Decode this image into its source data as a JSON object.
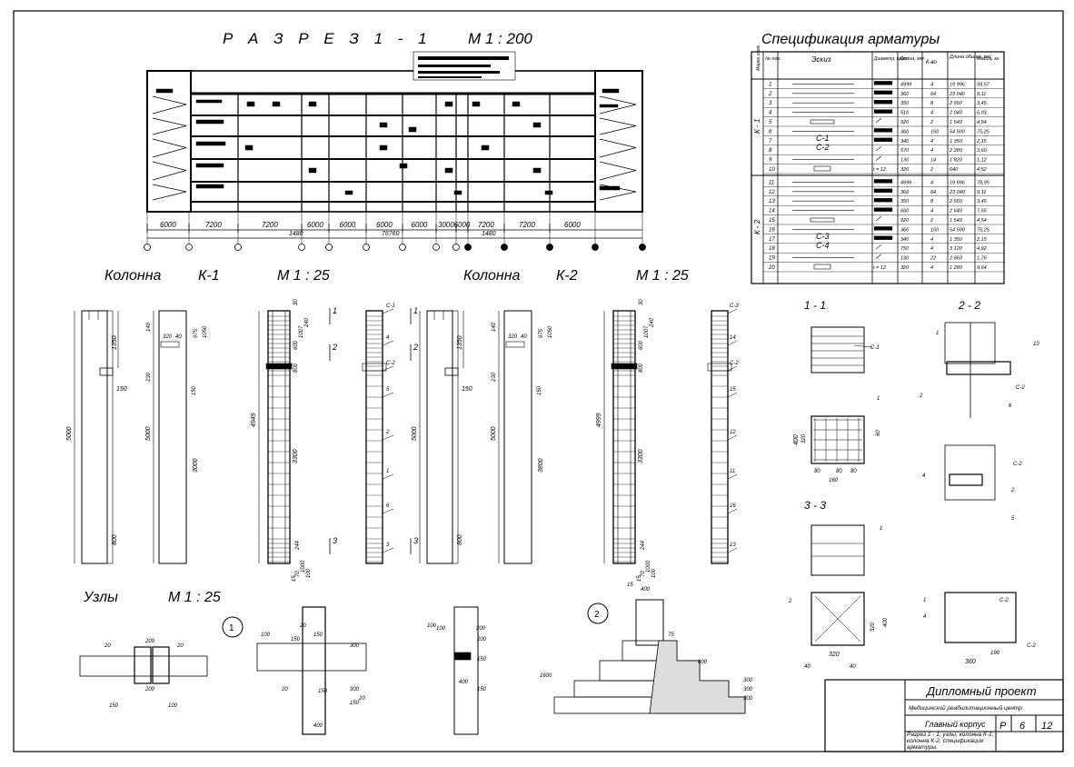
{
  "titles": {
    "section": "Р А З Р Е З     1 - 1",
    "section_scale": "М 1 : 200",
    "spec": "Спецификация арматуры",
    "col_k1": "Колонна",
    "col_k1_mark": "К-1",
    "col_k1_scale": "М 1 : 25",
    "col_k2": "Колонна",
    "col_k2_mark": "К-2",
    "col_k2_scale": "М 1 : 25",
    "nodes": "Узлы",
    "nodes_scale": "М 1 : 25"
  },
  "section": {
    "spans": [
      "6000",
      "7200",
      "7200",
      "6000",
      "6000",
      "6000",
      "6000",
      "3000",
      "6000",
      "7200",
      "7200",
      "6000"
    ],
    "sub_dims": [
      "1480",
      "76760",
      "1480"
    ]
  },
  "spec": {
    "headers": [
      "Марка элем.",
      "№ поз.",
      "Эскиз",
      "Диаметр, класс",
      "Длина, мм",
      "К-во",
      "Длина общая, мм",
      "Масса, кг"
    ],
    "group1": "К - 1",
    "group2": "К - 2",
    "rows": [
      {
        "n": "1",
        "len": "4999",
        "qty": "4",
        "total": "19 996",
        "mass": "59,57"
      },
      {
        "n": "2",
        "len": "360",
        "qty": "64",
        "total": "23 040",
        "mass": "9,11"
      },
      {
        "n": "3",
        "len": "350",
        "qty": "8",
        "total": "2 550",
        "mass": "3,45"
      },
      {
        "n": "4",
        "len": "510",
        "qty": "4",
        "total": "2 040",
        "mass": "5,03"
      },
      {
        "n": "5",
        "len": "920",
        "qty": "2",
        "total": "1 540",
        "mass": "4,54"
      },
      {
        "n": "6",
        "len": "360",
        "qty": "150",
        "total": "54 500",
        "mass": "75,25"
      },
      {
        "n": "7",
        "label": "С-1",
        "len": "340",
        "qty": "4",
        "total": "1 350",
        "mass": "2,15"
      },
      {
        "n": "8",
        "label": "С-2",
        "len": "570",
        "qty": "4",
        "total": "2 280",
        "mass": "3,60"
      },
      {
        "n": "9",
        "len": "130",
        "qty": "14",
        "total": "1 820",
        "mass": "1,12"
      },
      {
        "n": "10",
        "dia": "t = 12",
        "len": "320",
        "qty": "2",
        "total": "640",
        "mass": "4,52"
      },
      {
        "n": "11",
        "len": "4999",
        "qty": "4",
        "total": "19 996",
        "mass": "78,95"
      },
      {
        "n": "12",
        "len": "360",
        "qty": "64",
        "total": "23 040",
        "mass": "9,11"
      },
      {
        "n": "13",
        "len": "350",
        "qty": "8",
        "total": "2 550",
        "mass": "3,45"
      },
      {
        "n": "14",
        "len": "660",
        "qty": "4",
        "total": "2 640",
        "mass": "7,55"
      },
      {
        "n": "15",
        "len": "920",
        "qty": "2",
        "total": "1 540",
        "mass": "4,54"
      },
      {
        "n": "16",
        "len": "360",
        "qty": "150",
        "total": "54 500",
        "mass": "75,25"
      },
      {
        "n": "17",
        "label": "С-3",
        "len": "340",
        "qty": "4",
        "total": "1 350",
        "mass": "2,15"
      },
      {
        "n": "18",
        "label": "С-4",
        "len": "750",
        "qty": "4",
        "total": "3 120",
        "mass": "4,92"
      },
      {
        "n": "19",
        "len": "130",
        "qty": "22",
        "total": "2 860",
        "mass": "1,76"
      },
      {
        "n": "20",
        "dia": "t = 12",
        "len": "320",
        "qty": "4",
        "total": "1 280",
        "mass": "9,64"
      }
    ]
  },
  "column_dims": {
    "k1": {
      "h": "5000",
      "top": "1350",
      "b150": "150",
      "low": "800",
      "mid_a": "3000",
      "bar_h": "4949",
      "d140": "140",
      "d230": "230",
      "d320": "320",
      "d40": "40",
      "d975": "975",
      "d1050": "1050",
      "d3300": "3300",
      "d600": "600",
      "d1007": "1007",
      "d240": "240",
      "d800b": "800",
      "d244": "244",
      "d70": "70",
      "d100": "100",
      "d15": "15",
      "d30": "30",
      "d1000": "1000"
    },
    "k2": {
      "h": "5000",
      "top": "1350",
      "b150": "150",
      "low": "800",
      "mid_a": "3800",
      "bar_h": "4999"
    }
  },
  "cut_labels": [
    "1",
    "1",
    "2",
    "2",
    "3",
    "3"
  ],
  "bar_tags_k1": [
    "С-1",
    "С-2",
    "4",
    "5",
    "2",
    "1",
    "6",
    "3"
  ],
  "bar_tags_k2": [
    "С-3",
    "С-2",
    "14",
    "15",
    "12",
    "11",
    "16",
    "13"
  ],
  "sections": {
    "s11": "1 - 1",
    "s22": "2 - 2",
    "s33": "3 - 3",
    "labels_11": [
      "С-1",
      "1",
      "400",
      "320",
      "40",
      "80",
      "160",
      "80",
      "80",
      "60"
    ],
    "labels_22": [
      "1",
      "2",
      "10",
      "С-2",
      "6",
      "С-2",
      "4",
      "5",
      "2"
    ],
    "labels_33": [
      "1",
      "2",
      "320",
      "400",
      "40",
      "40",
      "360",
      "190",
      "С-2",
      "С-2",
      "4",
      "1"
    ]
  },
  "nodes": {
    "n1": "1",
    "n2": "2",
    "dims1": [
      "20",
      "200",
      "200",
      "20",
      "150",
      "100",
      "100",
      "150",
      "20",
      "150",
      "150",
      "20",
      "400",
      "300",
      "300",
      "150",
      "100",
      "20"
    ],
    "dims2": [
      "400",
      "15",
      "75",
      "800",
      "1600",
      "300",
      "300",
      "300",
      "100",
      "200",
      "200",
      "400",
      "150",
      "150"
    ]
  },
  "stamp": {
    "title": "Дипломный проект",
    "subtitle": "Медицинский реабилитационный центр",
    "building": "Главный корпус",
    "stage": "Р",
    "sheet": "6",
    "sheets": "12",
    "desc": "Разрез 1 - 1; узлы; колонна К-1; колонна К-2; спецификация арматуры."
  }
}
